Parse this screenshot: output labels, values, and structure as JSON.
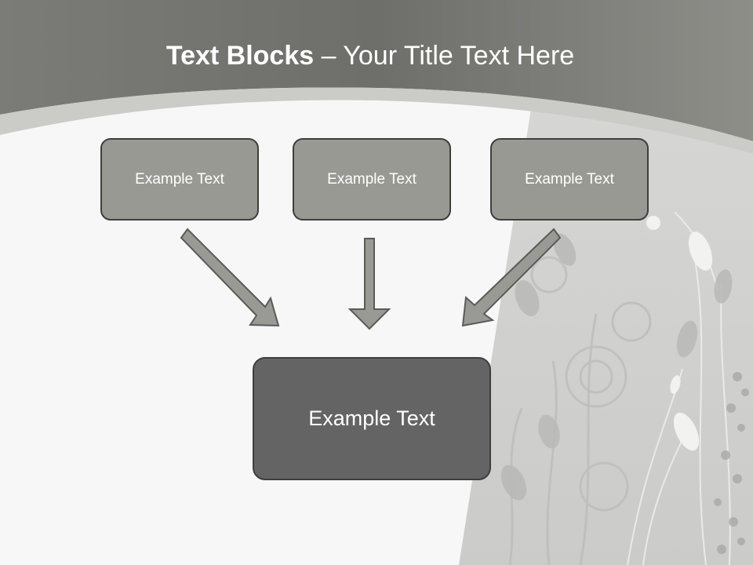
{
  "slide": {
    "title_bold": "Text Blocks",
    "title_rest": " – Your Title Text Here",
    "blocks": [
      {
        "label": "Example Text"
      },
      {
        "label": "Example Text"
      },
      {
        "label": "Example Text"
      }
    ],
    "result": {
      "label": "Example Text"
    }
  },
  "colors": {
    "header": "#7a7a76",
    "box_fill": "#999994",
    "result_fill": "#646464",
    "arrow_fill": "#9a9a95",
    "border": "#3e3e3e"
  }
}
